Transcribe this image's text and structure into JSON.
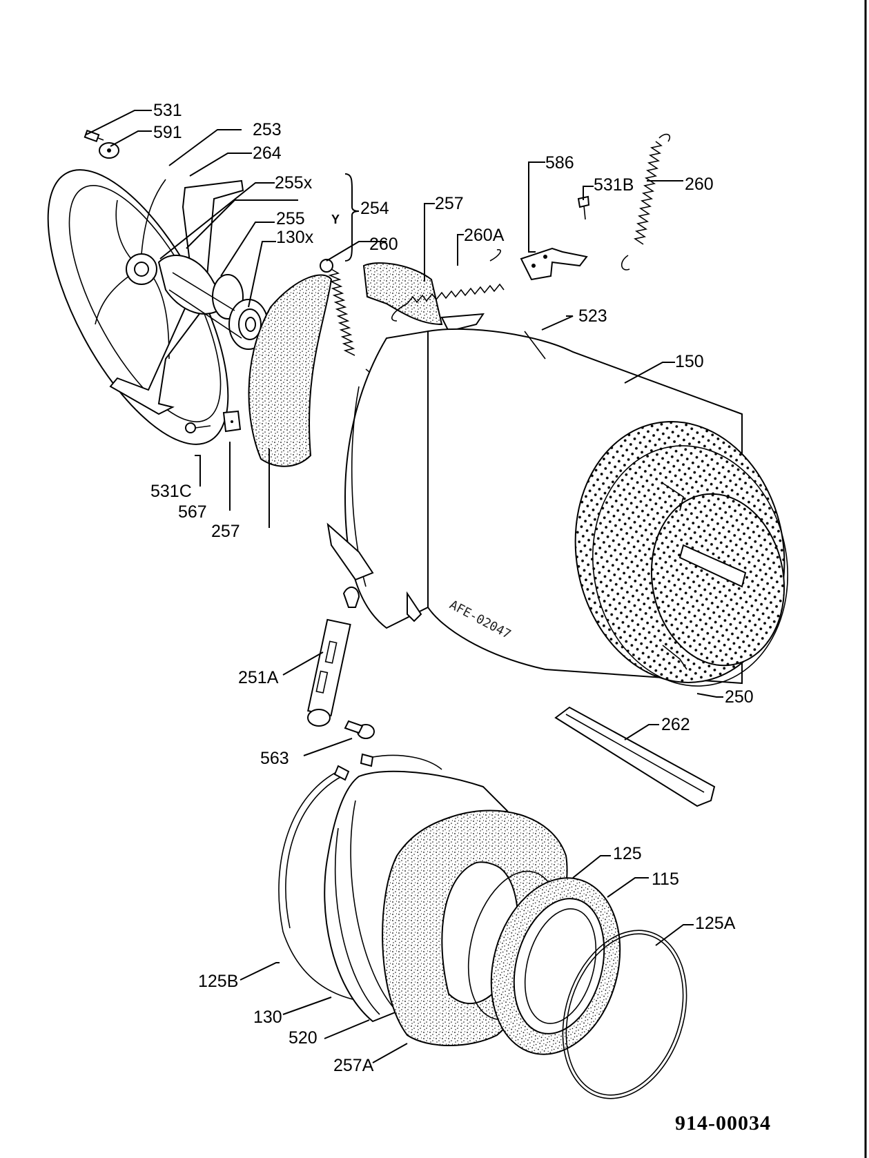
{
  "labels": {
    "l531": "531",
    "l591": "591",
    "l253": "253",
    "l264": "264",
    "l255x": "255x",
    "l254": "254",
    "l255": "255",
    "l255y": "Y",
    "l130x": "130x",
    "l260a_top": "260",
    "l257_top": "257",
    "l260A": "260A",
    "l586": "586",
    "l531B": "531B",
    "l260_right": "260",
    "l523": "523",
    "l150": "150",
    "l531C": "531C",
    "l567": "567",
    "l257_bot": "257",
    "l251A": "251A",
    "l250": "250",
    "l262": "262",
    "l563": "563",
    "l125": "125",
    "l115": "115",
    "l125A": "125A",
    "l125B": "125B",
    "l130": "130",
    "l520": "520",
    "l257A": "257A"
  },
  "stamp_text": "AFE-02047",
  "document_number": "914-00034"
}
